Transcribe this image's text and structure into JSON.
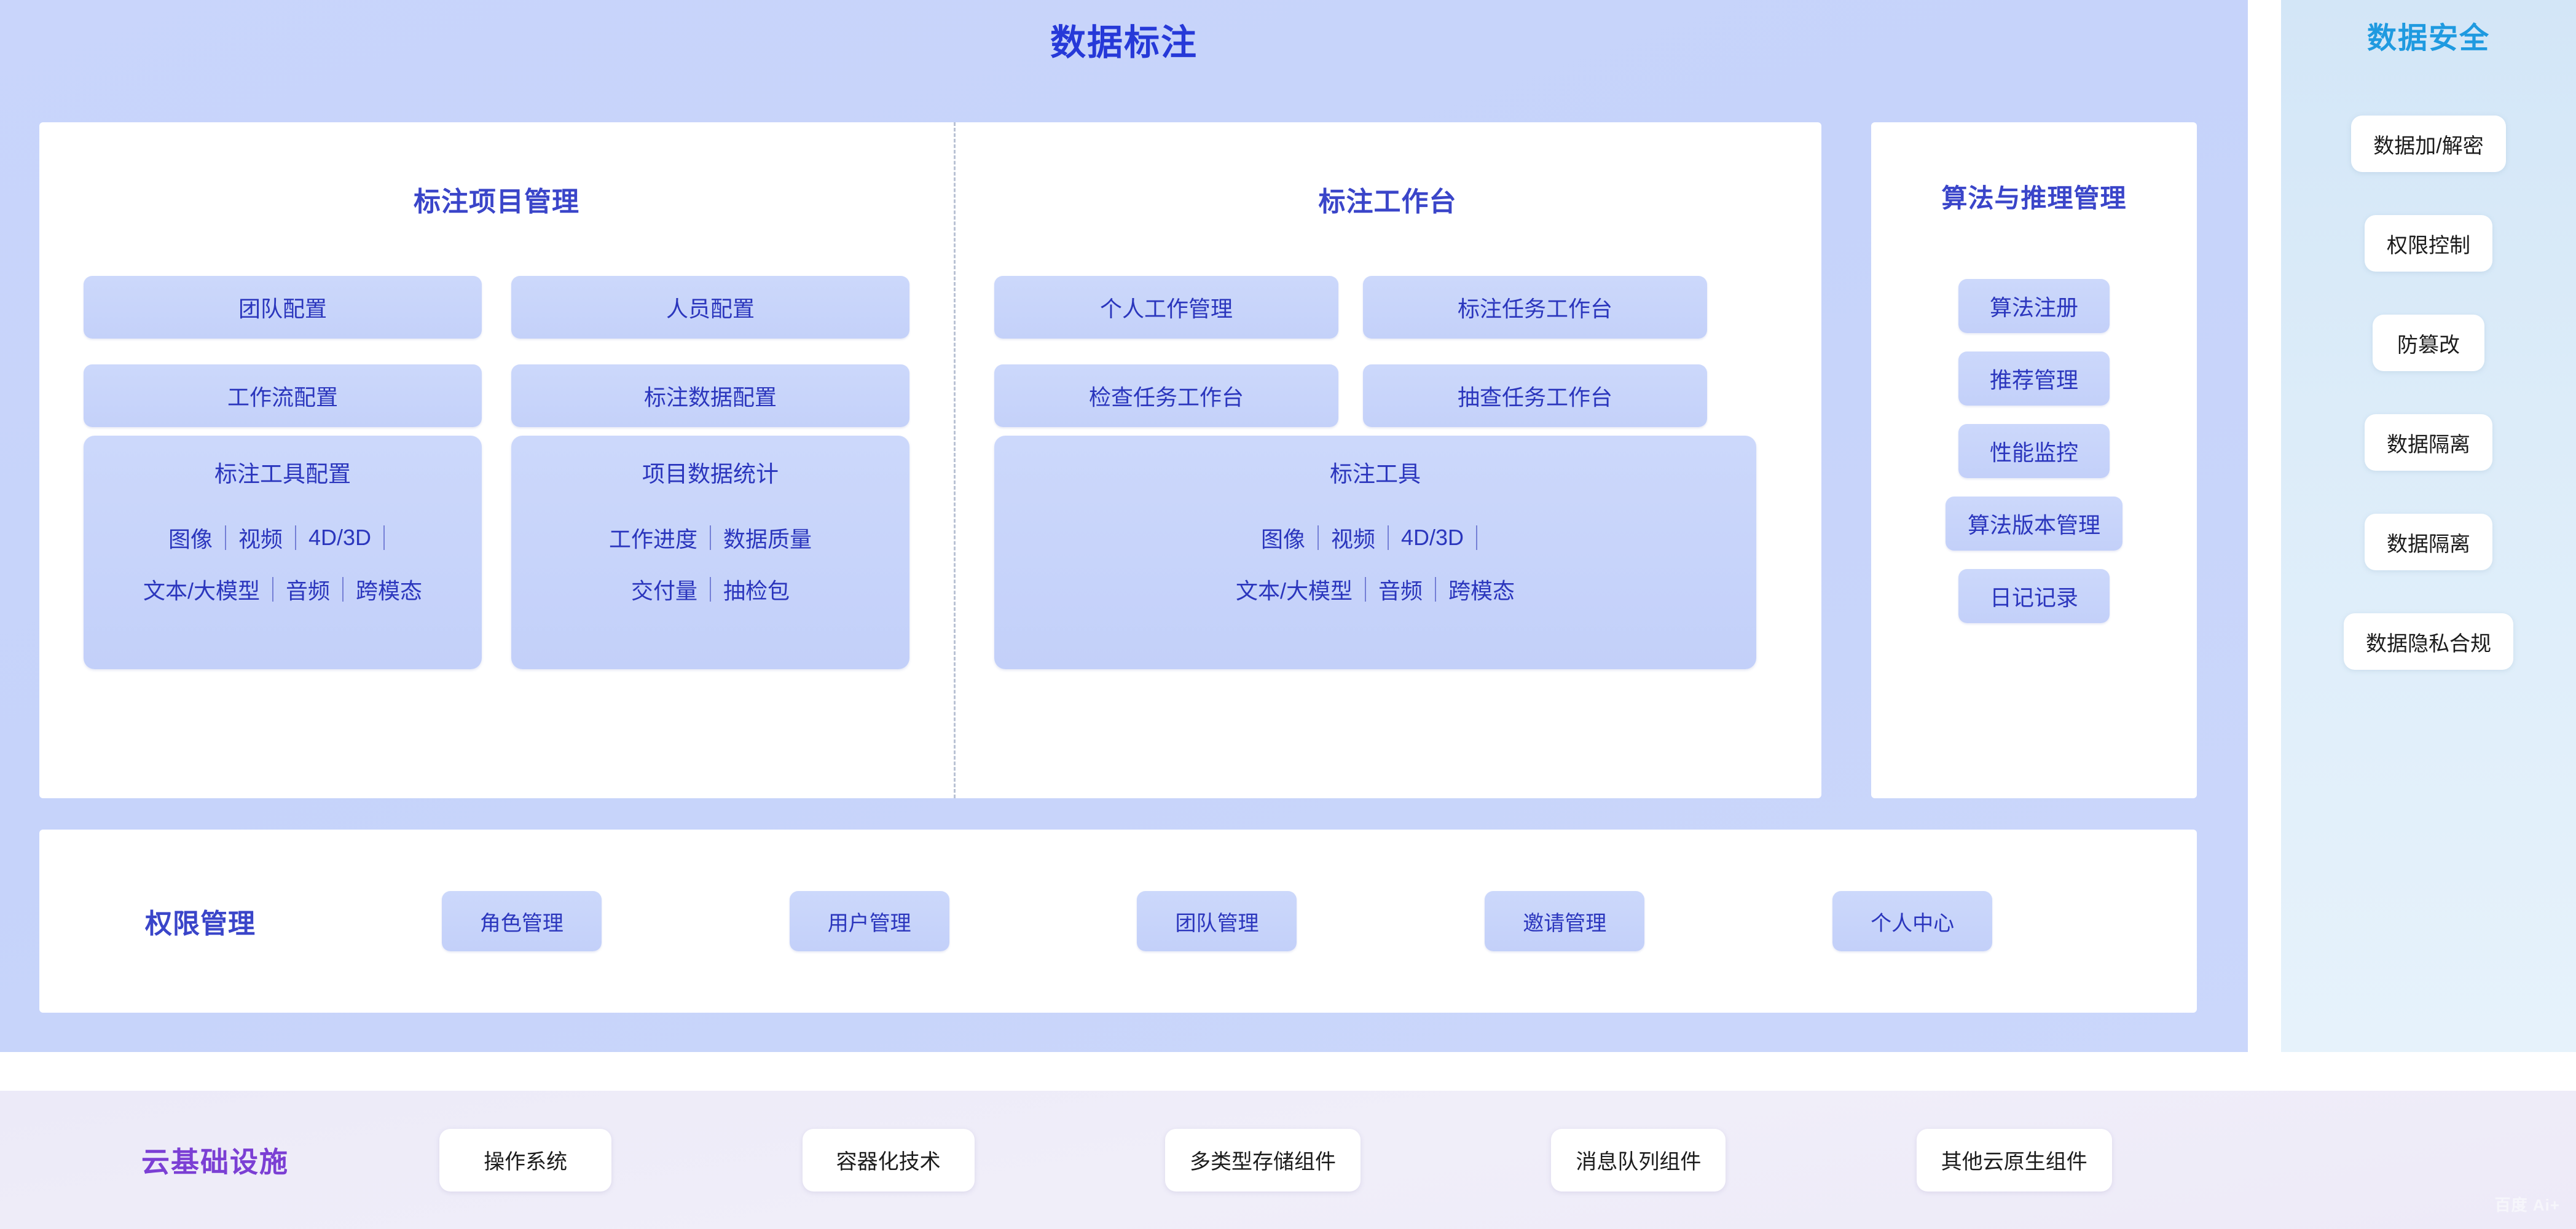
{
  "annotation": {
    "title": "数据标注",
    "columns": {
      "project": {
        "title": "标注项目管理",
        "pills": [
          "团队配置",
          "人员配置",
          "工作流配置",
          "标注数据配置"
        ],
        "boxes": [
          {
            "title": "标注工具配置",
            "row1": [
              "图像",
              "视频",
              "4D/3D",
              ""
            ],
            "row2": [
              "文本/大模型",
              "音频",
              "跨模态"
            ]
          },
          {
            "title": "项目数据统计",
            "row1": [
              "工作进度",
              "数据质量"
            ],
            "row2": [
              "交付量",
              "抽检包"
            ]
          }
        ]
      },
      "workbench": {
        "title": "标注工作台",
        "pills": [
          "个人工作管理",
          "标注任务工作台",
          "检查任务工作台",
          "抽查任务工作台"
        ],
        "box": {
          "title": "标注工具",
          "row1": [
            "图像",
            "视频",
            "4D/3D",
            ""
          ],
          "row2": [
            "文本/大模型",
            "音频",
            "跨模态"
          ]
        }
      },
      "algorithm": {
        "title": "算法与推理管理",
        "items": [
          "算法注册",
          "推荐管理",
          "性能监控",
          "算法版本管理",
          "日记记录"
        ]
      }
    },
    "permission": {
      "title": "权限管理",
      "items": [
        "角色管理",
        "用户管理",
        "团队管理",
        "邀请管理",
        "个人中心"
      ]
    }
  },
  "security": {
    "title": "数据安全",
    "items": [
      "数据加/解密",
      "权限控制",
      "防篡改",
      "数据隔离",
      "数据隔离",
      "数据隐私合规"
    ]
  },
  "cloud": {
    "title": "云基础设施",
    "items": [
      "操作系统",
      "容器化技术",
      "多类型存储组件",
      "消息队列组件",
      "其他云原生组件"
    ]
  },
  "watermark": "百度 Ai+",
  "colors": {
    "annotation_accent": "#2639d8",
    "column_title": "#3a45c9",
    "pill_text": "#2b36bd",
    "security_accent": "#1f9ae0",
    "cloud_accent": "#7b3fd4",
    "panel_bg": "#c9d5fb",
    "security_bg": "#d9eaf8",
    "cloud_bg": "#eeebf8"
  }
}
